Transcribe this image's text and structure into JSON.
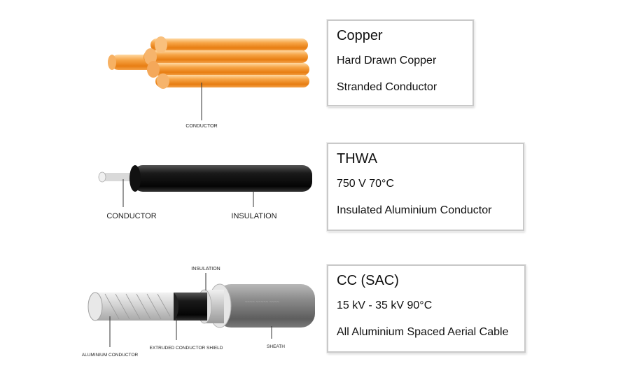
{
  "panels": [
    {
      "id": "copper",
      "title": "Copper",
      "line1": "Hard Drawn Copper",
      "line2": "Stranded Conductor",
      "labels": {
        "conductor": "CONDUCTOR"
      }
    },
    {
      "id": "thwa",
      "title": "THWA",
      "line1": "750 V 70°C",
      "line2": "Insulated Aluminium Conductor",
      "labels": {
        "conductor": "CONDUCTOR",
        "insulation": "INSULATION"
      }
    },
    {
      "id": "cc",
      "title": "CC (SAC)",
      "line1": "15 kV - 35 kV 90°C",
      "line2": "All Aluminium Spaced Aerial Cable",
      "labels": {
        "insulation": "INSULATION",
        "aluminium_conductor": "ALUMINIUM CONDUCTOR",
        "shield": "EXTRUDED CONDUCTOR SHIELD",
        "sheath": "SHEATH"
      }
    }
  ],
  "colors": {
    "copper": "#f08a1c",
    "copper_highlight": "#ffd8a0",
    "insulation_black": "#1c1c1c",
    "aluminium": "#d8d8d8",
    "sheath": "#8a8a8a"
  }
}
